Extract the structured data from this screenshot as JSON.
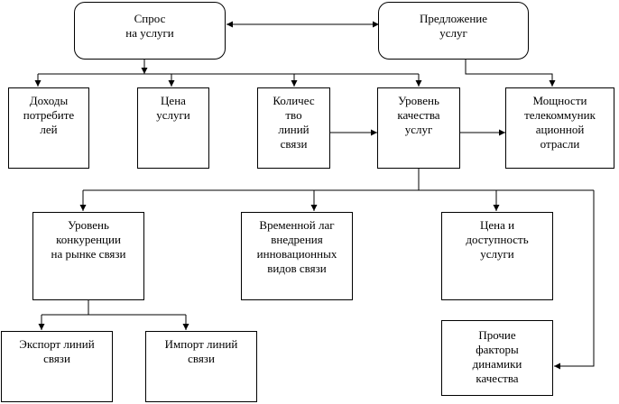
{
  "diagram": {
    "nodes": {
      "demand": "Спрос\nна услуги",
      "supply": "Предложение\nуслуг",
      "income": "Доходы\nпотребите\nлей",
      "price": "Цена\nуслуги",
      "lines": "Количес\nтво\nлиний\nсвязи",
      "quality": "Уровень\nкачества\nуслуг",
      "capacity": "Мощности\nтелекоммуник\nационной\nотрасли",
      "competition": "Уровень\nконкуренции\nна рынке связи",
      "lag": "Временной лаг\nвнедрения\nинновационных\nвидов связи",
      "availability": "Цена и\nдоступность\nуслуги",
      "export": "Экспорт линий\nсвязи",
      "import": "Импорт линий\nсвязи",
      "other": "Прочие\nфакторы\nдинамики\nкачества"
    }
  }
}
